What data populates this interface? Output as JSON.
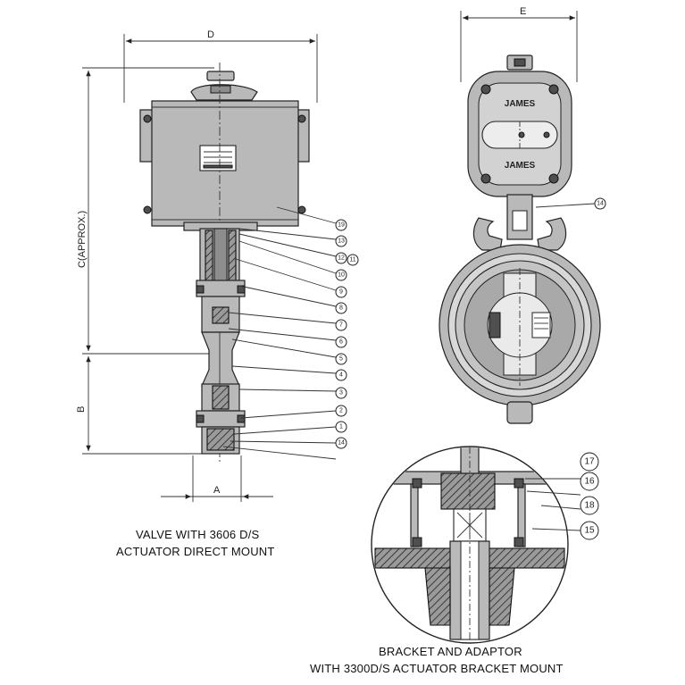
{
  "dimensions": {
    "d": "D",
    "e": "E",
    "c": "C(APPROX.)",
    "b": "B",
    "a": "A"
  },
  "captions": {
    "left_line1": "VALVE WITH 3606 D/S",
    "left_line2": "ACTUATOR DIRECT MOUNT",
    "right_line1": "BRACKET AND ADAPTOR",
    "right_line2": "WITH 3300D/S ACTUATOR BRACKET MOUNT"
  },
  "left_callouts": [
    "19",
    "13",
    "12",
    "11",
    "10",
    "9",
    "8",
    "7",
    "6",
    "5",
    "4",
    "3",
    "2",
    "1",
    "14"
  ],
  "front_callout": "14",
  "detail_callouts": [
    "17",
    "16",
    "18",
    "15"
  ],
  "nameplate": {
    "brand": "JAMES"
  }
}
